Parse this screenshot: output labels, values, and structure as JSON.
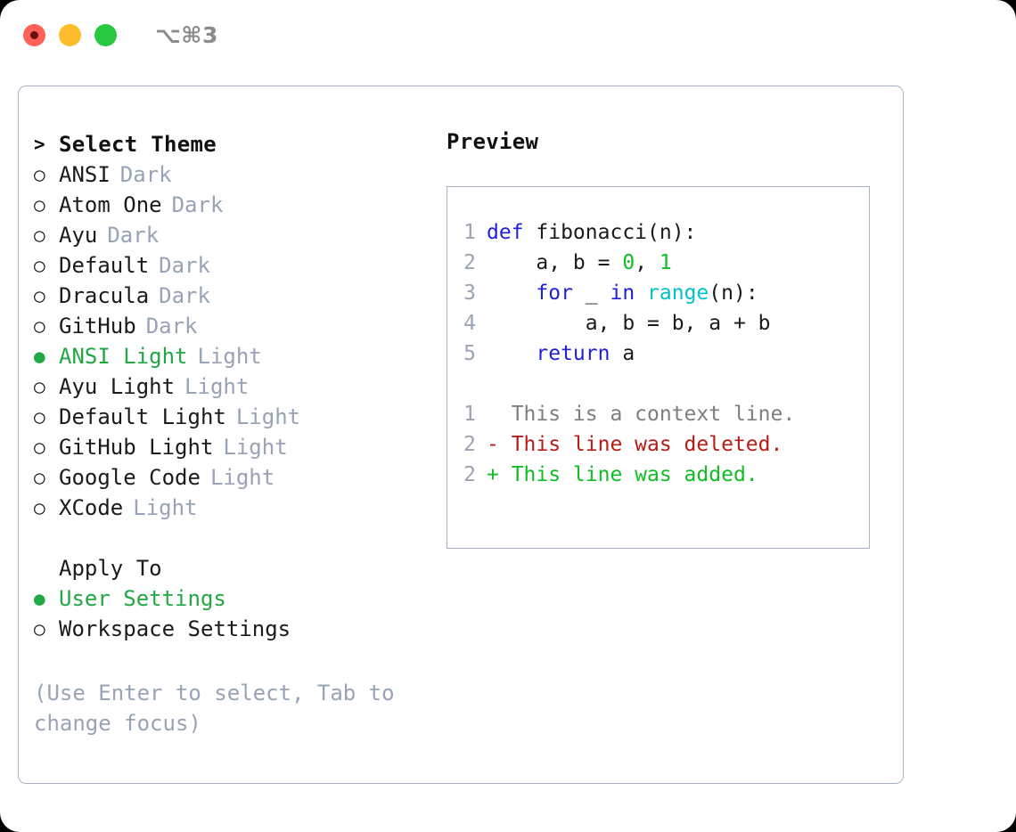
{
  "titlebar": {
    "traffic_lights": [
      {
        "name": "close",
        "color": "#ff6159"
      },
      {
        "name": "minimize",
        "color": "#ffbd2e"
      },
      {
        "name": "maximize",
        "color": "#28c840"
      }
    ],
    "shortcut": "⌥⌘3"
  },
  "colors": {
    "accent_green": "#22a745",
    "muted_gray": "#97a3b6",
    "border": "#a8b2c3",
    "text": "#1b1b1b",
    "keyword_blue": "#1f1fdc",
    "function_cyan": "#00c2cc",
    "number_green": "#0fbd24",
    "diff_added": "#0fbd24",
    "diff_deleted": "#b71c16",
    "diff_context": "#7e7e7e"
  },
  "theme_list": {
    "heading_marker": ">",
    "heading": "Select Theme",
    "items": [
      {
        "marker": "○",
        "label": "ANSI",
        "tag": "Dark",
        "selected": false
      },
      {
        "marker": "○",
        "label": "Atom One",
        "tag": "Dark",
        "selected": false
      },
      {
        "marker": "○",
        "label": "Ayu",
        "tag": "Dark",
        "selected": false
      },
      {
        "marker": "○",
        "label": "Default",
        "tag": "Dark",
        "selected": false
      },
      {
        "marker": "○",
        "label": "Dracula",
        "tag": "Dark",
        "selected": false
      },
      {
        "marker": "○",
        "label": "GitHub",
        "tag": "Dark",
        "selected": false
      },
      {
        "marker": "●",
        "label": "ANSI Light",
        "tag": "Light",
        "selected": true
      },
      {
        "marker": "○",
        "label": "Ayu Light",
        "tag": "Light",
        "selected": false
      },
      {
        "marker": "○",
        "label": "Default Light",
        "tag": "Light",
        "selected": false
      },
      {
        "marker": "○",
        "label": "GitHub Light",
        "tag": "Light",
        "selected": false
      },
      {
        "marker": "○",
        "label": "Google Code",
        "tag": "Light",
        "selected": false
      },
      {
        "marker": "○",
        "label": "XCode",
        "tag": "Light",
        "selected": false
      }
    ]
  },
  "apply_to": {
    "heading": "Apply To",
    "items": [
      {
        "marker": "●",
        "label": "User Settings",
        "selected": true
      },
      {
        "marker": "○",
        "label": "Workspace Settings",
        "selected": false
      }
    ]
  },
  "hint": "(Use Enter to select, Tab to change focus)",
  "preview": {
    "title": "Preview",
    "code_lines": [
      {
        "num": "1",
        "tokens": [
          {
            "t": "def ",
            "c": "kw"
          },
          {
            "t": "fibonacci(n):",
            "c": "pl"
          }
        ]
      },
      {
        "num": "2",
        "tokens": [
          {
            "t": "    a, b = ",
            "c": "pl"
          },
          {
            "t": "0",
            "c": "num"
          },
          {
            "t": ", ",
            "c": "pl"
          },
          {
            "t": "1",
            "c": "num"
          }
        ]
      },
      {
        "num": "3",
        "tokens": [
          {
            "t": "    ",
            "c": "pl"
          },
          {
            "t": "for",
            "c": "kw"
          },
          {
            "t": " _ ",
            "c": "pl"
          },
          {
            "t": "in",
            "c": "kw"
          },
          {
            "t": " ",
            "c": "pl"
          },
          {
            "t": "range",
            "c": "fn"
          },
          {
            "t": "(n):",
            "c": "pl"
          }
        ]
      },
      {
        "num": "4",
        "tokens": [
          {
            "t": "        a, b = b, a + b",
            "c": "pl"
          }
        ]
      },
      {
        "num": "5",
        "tokens": [
          {
            "t": "    ",
            "c": "pl"
          },
          {
            "t": "return",
            "c": "kw"
          },
          {
            "t": " a",
            "c": "pl"
          }
        ]
      }
    ],
    "diff_lines": [
      {
        "num": "1",
        "text": "  This is a context line.",
        "kind": "ctx"
      },
      {
        "num": "2",
        "text": "- This line was deleted.",
        "kind": "del"
      },
      {
        "num": "2",
        "text": "+ This line was added.",
        "kind": "add"
      }
    ]
  }
}
